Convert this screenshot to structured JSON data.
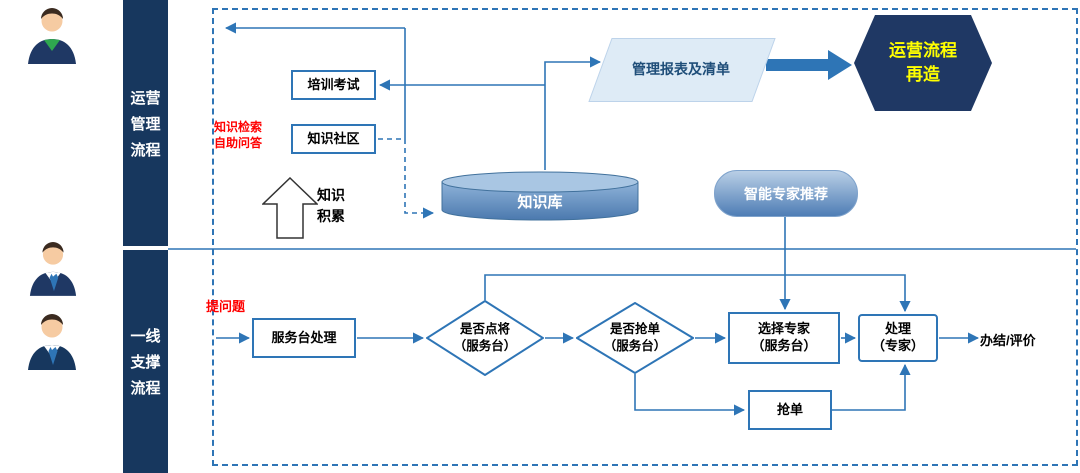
{
  "colors": {
    "accent": "#2E75B6",
    "lane_band": "#17375E",
    "hexagon_fill": "#1F3864",
    "hexagon_text": "#FFFF00",
    "note_red": "#FF0000",
    "parallelogram_fill": "#DEEBF6",
    "parallelogram_text": "#1F4E79"
  },
  "lanes": {
    "lane1": {
      "l1": "运营",
      "l2": "管理",
      "l3": "流程"
    },
    "lane2": {
      "l1": "一线",
      "l2": "支撑",
      "l3": "流程"
    }
  },
  "nodes": {
    "training_exam": "培训考试",
    "knowledge_community": "知识社区",
    "red_note_l1": "知识检索",
    "red_note_l2": "自助问答",
    "knowledge_accum_l1": "知识",
    "knowledge_accum_l2": "积累",
    "knowledge_base": "知识库",
    "report_list": "管理报表及清单",
    "reengineering_l1": "运营流程",
    "reengineering_l2": "再造",
    "expert_recommend": "智能专家推荐",
    "ask_question": "提问题",
    "service_desk": "服务台处理",
    "decision_designate_l1": "是否点将",
    "decision_designate_l2": "（服务台）",
    "decision_grab_l1": "是否抢单",
    "decision_grab_l2": "（服务台）",
    "select_expert_l1": "选择专家",
    "select_expert_l2": "（服务台）",
    "handle_l1": "处理",
    "handle_l2": "（专家）",
    "complete_evaluate": "办结/评价",
    "grab_order": "抢单"
  }
}
